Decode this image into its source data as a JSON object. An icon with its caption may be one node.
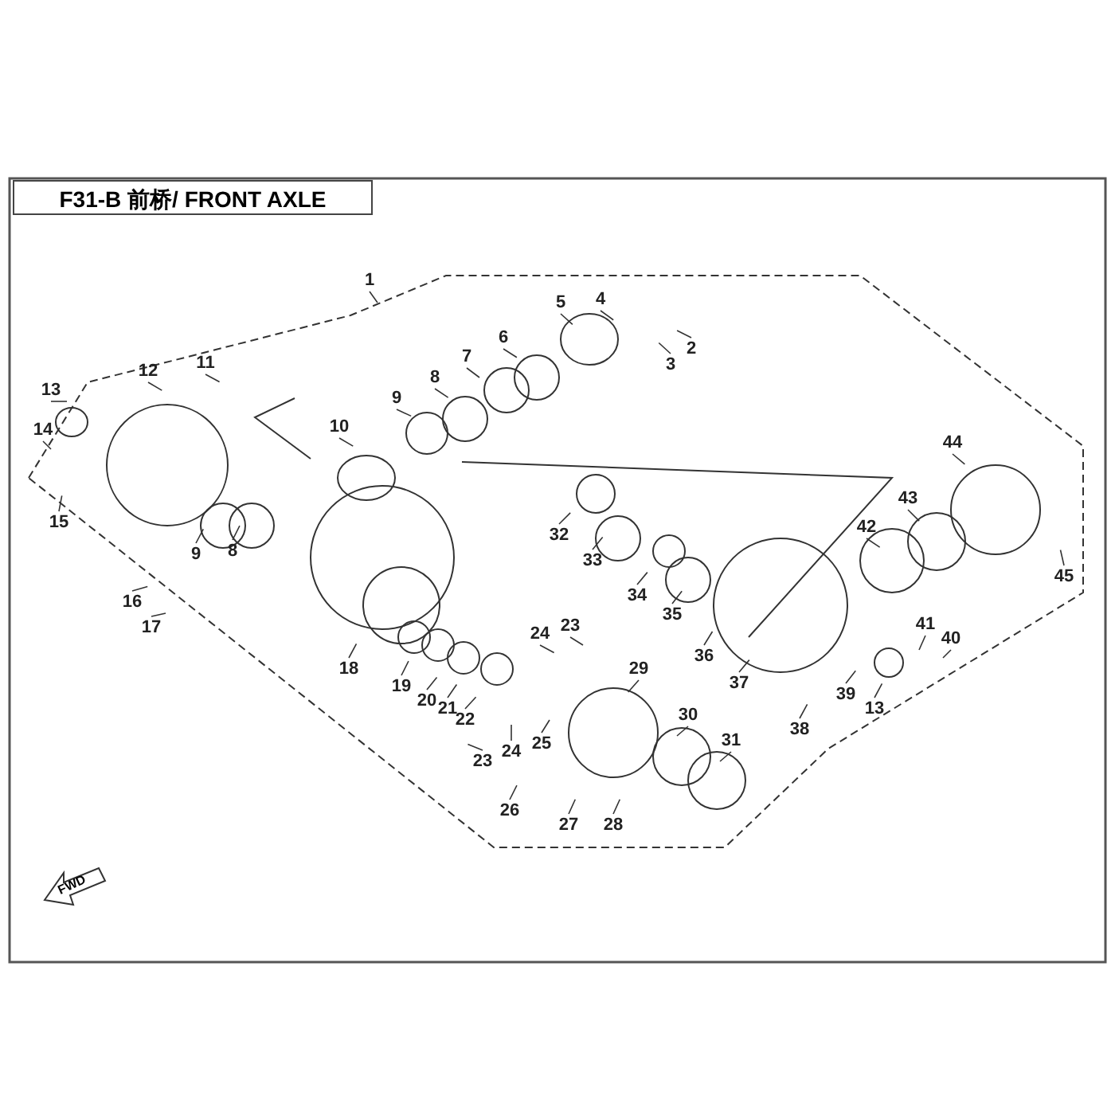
{
  "diagram": {
    "title": "F31-B 前桥/ FRONT AXLE",
    "nodes": [
      {
        "text": [
          "1"
        ]
      },
      {
        "text": [
          "5"
        ]
      },
      {
        "text": [
          "4"
        ]
      },
      {
        "text": [
          "2"
        ]
      },
      {
        "text": [
          "3"
        ]
      },
      {
        "text": [
          "6"
        ]
      },
      {
        "text": [
          "11"
        ]
      },
      {
        "text": [
          "12"
        ]
      },
      {
        "text": [
          "7"
        ]
      },
      {
        "text": [
          "8"
        ]
      },
      {
        "text": [
          "13"
        ]
      },
      {
        "text": [
          "9"
        ]
      },
      {
        "text": [
          "10"
        ]
      },
      {
        "text": [
          "14"
        ]
      },
      {
        "text": [
          "44"
        ]
      },
      {
        "text": [
          "43"
        ]
      },
      {
        "text": [
          "15"
        ]
      },
      {
        "text": [
          "9"
        ]
      },
      {
        "text": [
          "8"
        ]
      },
      {
        "text": [
          "42"
        ]
      },
      {
        "text": [
          "32"
        ]
      },
      {
        "text": [
          "33"
        ]
      },
      {
        "text": [
          "45"
        ]
      },
      {
        "text": [
          "34"
        ]
      },
      {
        "text": [
          "16"
        ]
      },
      {
        "text": [
          "35"
        ]
      },
      {
        "text": [
          "41"
        ]
      },
      {
        "text": [
          "24"
        ]
      },
      {
        "text": [
          "23"
        ]
      },
      {
        "text": [
          "17"
        ]
      },
      {
        "text": [
          "40"
        ]
      },
      {
        "text": [
          "36"
        ]
      },
      {
        "text": [
          "18"
        ]
      },
      {
        "text": [
          "29"
        ]
      },
      {
        "text": [
          "37"
        ]
      },
      {
        "text": [
          "19"
        ]
      },
      {
        "text": [
          "39"
        ]
      },
      {
        "text": [
          "20"
        ]
      },
      {
        "text": [
          "21"
        ]
      },
      {
        "text": [
          "13"
        ]
      },
      {
        "text": [
          "30"
        ]
      },
      {
        "text": [
          "22"
        ]
      },
      {
        "text": [
          "38"
        ]
      },
      {
        "text": [
          "31"
        ]
      },
      {
        "text": [
          "25"
        ]
      },
      {
        "text": [
          "24"
        ]
      },
      {
        "text": [
          "23"
        ]
      },
      {
        "text": [
          "26"
        ]
      },
      {
        "text": [
          "27"
        ]
      },
      {
        "text": [
          "28"
        ]
      }
    ],
    "edges": [
      {
        "from": 0,
        "to": null,
        "arrow": "none"
      },
      {
        "from": 1,
        "to": null,
        "arrow": "none"
      },
      {
        "from": 2,
        "to": null,
        "arrow": "none"
      },
      {
        "from": 3,
        "to": null,
        "arrow": "none"
      },
      {
        "from": 4,
        "to": null,
        "arrow": "none"
      },
      {
        "from": 5,
        "to": null,
        "arrow": "none"
      },
      {
        "from": 6,
        "to": null,
        "arrow": "none"
      },
      {
        "from": 7,
        "to": null,
        "arrow": "none"
      },
      {
        "from": 8,
        "to": null,
        "arrow": "none"
      },
      {
        "from": 9,
        "to": null,
        "arrow": "none"
      },
      {
        "from": 10,
        "to": null,
        "arrow": "none"
      },
      {
        "from": 11,
        "to": null,
        "arrow": "none"
      },
      {
        "from": 12,
        "to": null,
        "arrow": "none"
      },
      {
        "from": 13,
        "to": null,
        "arrow": "none"
      },
      {
        "from": 14,
        "to": null,
        "arrow": "none"
      },
      {
        "from": 15,
        "to": null,
        "arrow": "none"
      },
      {
        "from": 16,
        "to": null,
        "arrow": "none"
      },
      {
        "from": 17,
        "to": null,
        "arrow": "none"
      },
      {
        "from": 18,
        "to": null,
        "arrow": "none"
      },
      {
        "from": 19,
        "to": null,
        "arrow": "none"
      },
      {
        "from": 20,
        "to": null,
        "arrow": "none"
      },
      {
        "from": 21,
        "to": null,
        "arrow": "none"
      },
      {
        "from": 22,
        "to": null,
        "arrow": "none"
      },
      {
        "from": 23,
        "to": null,
        "arrow": "none"
      },
      {
        "from": 24,
        "to": null,
        "arrow": "none"
      },
      {
        "from": 25,
        "to": null,
        "arrow": "none"
      },
      {
        "from": 26,
        "to": null,
        "arrow": "none"
      },
      {
        "from": 27,
        "to": null,
        "arrow": "none"
      },
      {
        "from": 28,
        "to": null,
        "arrow": "none"
      },
      {
        "from": 29,
        "to": null,
        "arrow": "none"
      },
      {
        "from": 30,
        "to": null,
        "arrow": "none"
      },
      {
        "from": 31,
        "to": null,
        "arrow": "none"
      },
      {
        "from": 32,
        "to": null,
        "arrow": "none"
      },
      {
        "from": 33,
        "to": null,
        "arrow": "none"
      },
      {
        "from": 34,
        "to": null,
        "arrow": "none"
      },
      {
        "from": 35,
        "to": null,
        "arrow": "none"
      },
      {
        "from": 36,
        "to": null,
        "arrow": "none"
      },
      {
        "from": 37,
        "to": null,
        "arrow": "none"
      },
      {
        "from": 38,
        "to": null,
        "arrow": "none"
      },
      {
        "from": 39,
        "to": null,
        "arrow": "none"
      },
      {
        "from": 40,
        "to": null,
        "arrow": "none"
      },
      {
        "from": 41,
        "to": null,
        "arrow": "none"
      },
      {
        "from": 42,
        "to": null,
        "arrow": "none"
      },
      {
        "from": 43,
        "to": null,
        "arrow": "none"
      },
      {
        "from": 44,
        "to": null,
        "arrow": "none"
      },
      {
        "from": 45,
        "to": null,
        "arrow": "none"
      },
      {
        "from": 46,
        "to": null,
        "arrow": "none"
      },
      {
        "from": 47,
        "to": null,
        "arrow": "none"
      },
      {
        "from": 48,
        "to": null,
        "arrow": "none"
      },
      {
        "from": 49,
        "to": null,
        "arrow": "none"
      }
    ],
    "labels": [
      "FWD"
    ]
  }
}
